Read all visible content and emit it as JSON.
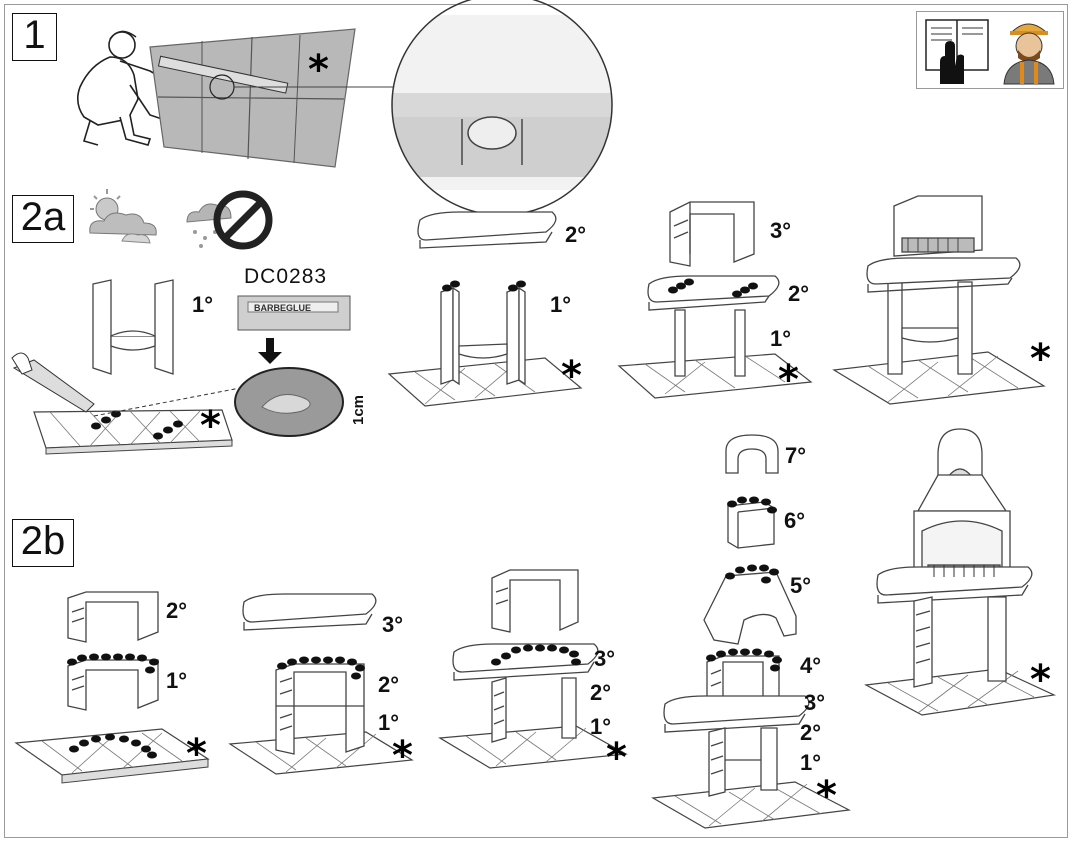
{
  "steps": {
    "s1": "1",
    "s2a": "2a",
    "s2b": "2b"
  },
  "product_code": "DC0283",
  "glue_brand": "BARBEGLUE",
  "bead_size": "1cm",
  "asterisk": "*",
  "row2a": {
    "first_module": "1°",
    "top_slab": "2°",
    "legs": "1°",
    "upper_u": "3°",
    "slab": "2°",
    "base": "1°"
  },
  "row2b": {
    "c1_top": "2°",
    "c1_bottom": "1°",
    "c2_slab": "3°",
    "c2_upper": "2°",
    "c2_lower": "1°",
    "c3_top": "3°",
    "c3_mid": "2°",
    "c3_low": "1°",
    "tower": [
      "7°",
      "6°",
      "5°",
      "4°",
      "3°",
      "2°",
      "1°"
    ]
  },
  "icons": [
    "manual-icon",
    "worker-icon",
    "weather-icon",
    "no-rain-icon"
  ]
}
